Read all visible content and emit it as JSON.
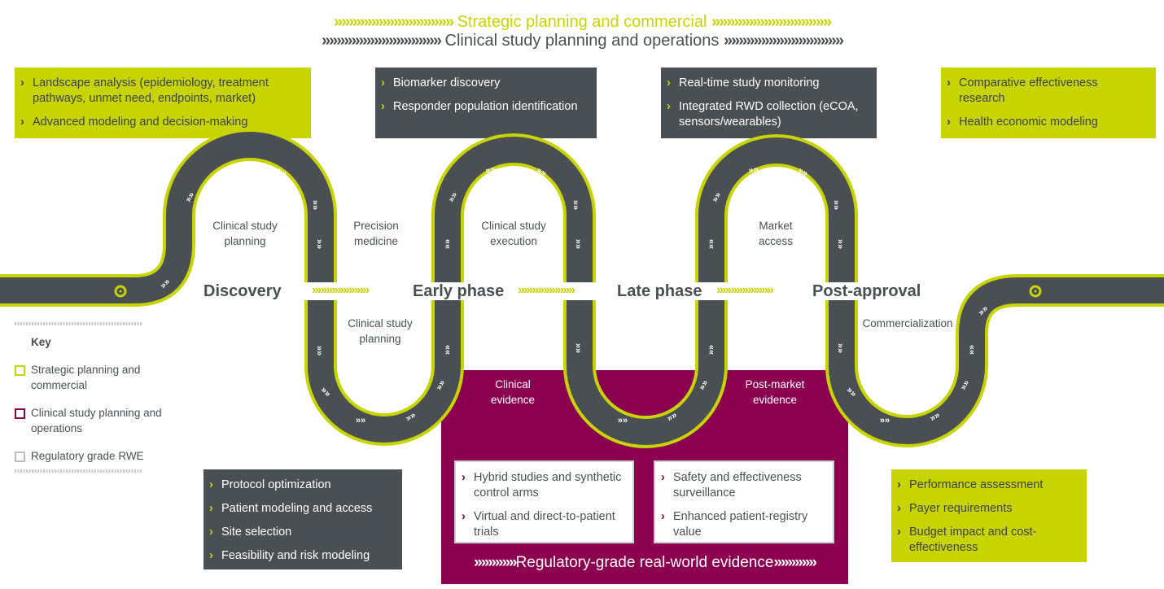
{
  "header": {
    "strategic": "Strategic planning and commercial",
    "clinical": "Clinical study planning and operations"
  },
  "boxes": {
    "top_left": [
      "Landscape analysis (epidemiology, treatment pathways, unmet need, endpoints, market)",
      "Advanced modeling and decision-making"
    ],
    "top_mid1": [
      "Biomarker discovery",
      "Responder population identification"
    ],
    "top_mid2": [
      "Real-time study monitoring",
      "Integrated RWD collection (eCOA, sensors/wearables)"
    ],
    "top_right": [
      "Comparative effectiveness research",
      "Health economic modeling"
    ],
    "bottom_left": [
      "Protocol optimization",
      "Patient modeling and access",
      "Site selection",
      "Feasibility and risk modeling"
    ],
    "rwe_left": [
      "Hybrid studies and synthetic control arms",
      "Virtual and direct-to-patient trials"
    ],
    "rwe_right": [
      "Safety and effectiveness surveillance",
      "Enhanced patient-registry value"
    ],
    "bottom_right": [
      "Performance assessment",
      "Payer requirements",
      "Budget impact and cost-effectiveness"
    ]
  },
  "phases": {
    "discovery": "Discovery",
    "early": "Early phase",
    "late": "Late phase",
    "post": "Post-approval"
  },
  "loop_labels": {
    "csp_top": "Clinical study planning",
    "precision": "Precision medicine",
    "cse": "Clinical study execution",
    "market": "Market access",
    "csp_bottom": "Clinical study planning",
    "commercialization": "Commercialization",
    "clinical_evidence": "Clinical evidence",
    "post_market": "Post-market evidence"
  },
  "rwe_banner": "Regulatory-grade real-world evidence",
  "key": {
    "title": "Key",
    "items": [
      {
        "label": "Strategic planning and commercial",
        "color": "#c8d400"
      },
      {
        "label": "Clinical study planning and operations",
        "color": "#8c0050"
      },
      {
        "label": "Regulatory grade RWE",
        "color": "#bdbdbd"
      }
    ]
  },
  "colors": {
    "lime": "#c8d400",
    "dark": "#4a4f54",
    "maroon": "#8c0050"
  }
}
